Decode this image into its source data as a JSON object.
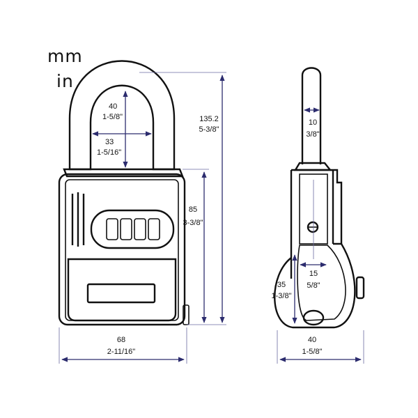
{
  "units": {
    "mm": "mm",
    "in": "in"
  },
  "dimensions": {
    "shackle_inner_height": {
      "mm": "40",
      "in": "1-5/8\""
    },
    "shackle_inner_width": {
      "mm": "33",
      "in": "1-5/16\""
    },
    "overall_height": {
      "mm": "135.2",
      "in": "5-3/8\""
    },
    "body_height": {
      "mm": "85",
      "in": "3-3/8\""
    },
    "body_width": {
      "mm": "68",
      "in": "2-11/16\""
    },
    "shackle_diameter": {
      "mm": "10",
      "in": "3/8\""
    },
    "side_inner_width": {
      "mm": "15",
      "in": "5/8\""
    },
    "side_lower_height": {
      "mm": "35",
      "in": "1-3/8\""
    },
    "side_depth": {
      "mm": "40",
      "in": "1-5/8\""
    }
  },
  "colors": {
    "outline": "#111111",
    "dimension_line": "#2c2c6e"
  }
}
